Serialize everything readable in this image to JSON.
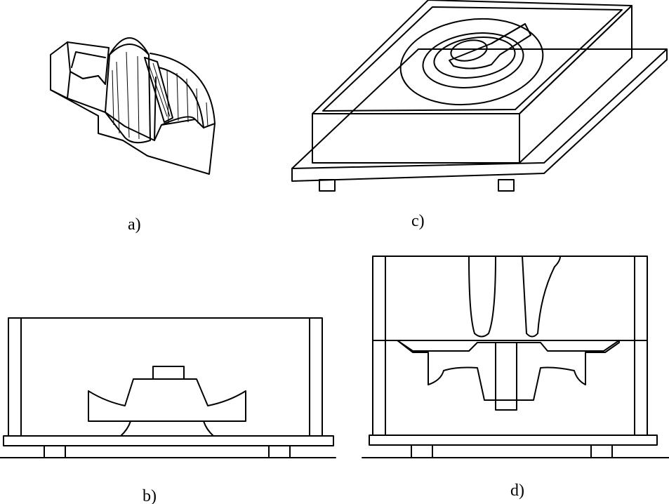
{
  "panels": [
    {
      "id": "a",
      "caption": "a)"
    },
    {
      "id": "b",
      "caption": "b)"
    },
    {
      "id": "c",
      "caption": "c)"
    },
    {
      "id": "d",
      "caption": "d)"
    }
  ],
  "colors": {
    "line": "#000000",
    "background": "#ffffff",
    "core_print": "#222222"
  }
}
